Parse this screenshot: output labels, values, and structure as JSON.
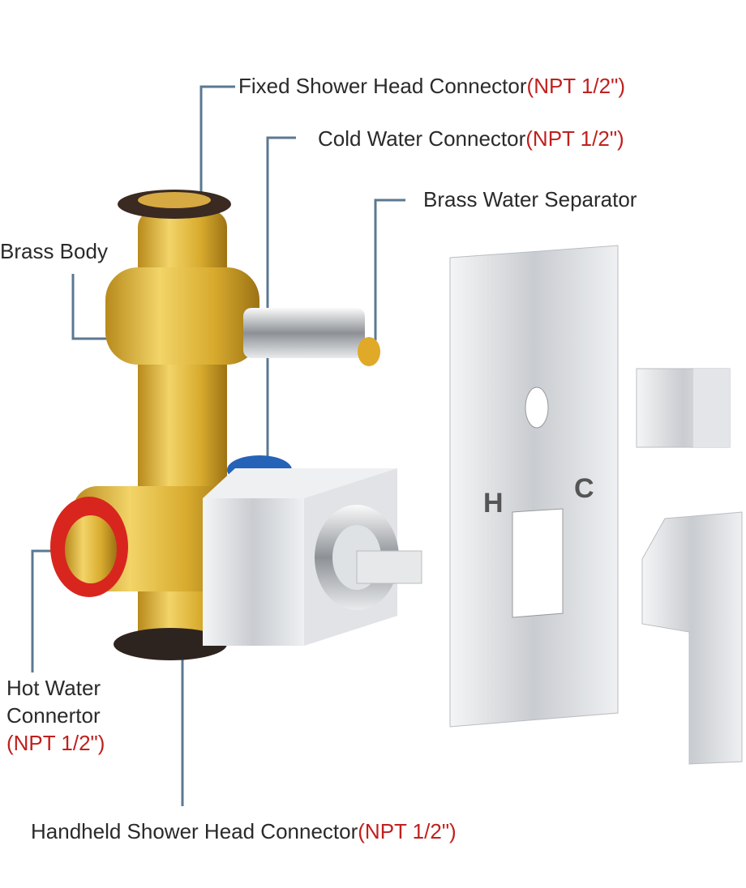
{
  "labels": {
    "fixed_head": {
      "text": "Fixed Shower Head Connector",
      "spec": "(NPT 1/2\")"
    },
    "cold_water": {
      "text": "Cold Water Connector",
      "spec": "(NPT 1/2\")"
    },
    "separator": {
      "text": "Brass Water Separator"
    },
    "brass_body": {
      "text": "Brass Body"
    },
    "hot_water": {
      "line1": "Hot Water",
      "line2": "Connertor",
      "spec": "(NPT 1/2\")"
    },
    "handheld": {
      "text": "Handheld Shower Head Connector",
      "spec": "(NPT 1/2\")"
    }
  },
  "plate": {
    "hot_mark": "H",
    "cold_mark": "C"
  },
  "colors": {
    "leader": "#5b7892",
    "spec_red": "#c0201e",
    "brass": "#d9b23a",
    "chrome": "#d8dadd"
  }
}
